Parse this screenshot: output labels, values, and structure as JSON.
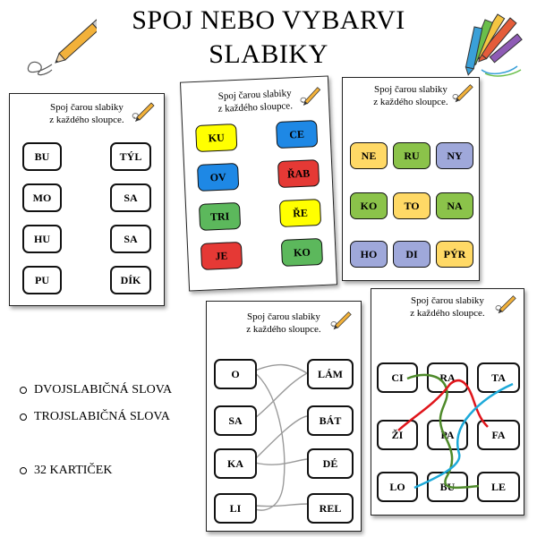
{
  "title": {
    "line1": "SPOJ NEBO VYBARVI",
    "line2": "SLABIKY"
  },
  "instruction": {
    "line1": "Spoj čarou slabiky",
    "line2": "z každého sloupce."
  },
  "sheet1": {
    "left": [
      "BU",
      "MO",
      "HU",
      "PU"
    ],
    "right": [
      "TÝL",
      "SA",
      "SA",
      "DÍK"
    ]
  },
  "sheet2": {
    "left": [
      {
        "text": "KU",
        "color": "#ffff00"
      },
      {
        "text": "OV",
        "color": "#1e88e5"
      },
      {
        "text": "TRI",
        "color": "#5cb85c"
      },
      {
        "text": "JE",
        "color": "#e53935"
      }
    ],
    "right": [
      {
        "text": "CE",
        "color": "#1e88e5"
      },
      {
        "text": "ŘAB",
        "color": "#e53935"
      },
      {
        "text": "ŘE",
        "color": "#ffff00"
      },
      {
        "text": "KO",
        "color": "#5cb85c"
      }
    ]
  },
  "sheet3": {
    "rows": [
      [
        {
          "text": "NE",
          "color": "#ffd966"
        },
        {
          "text": "RU",
          "color": "#8bc34a"
        },
        {
          "text": "NY",
          "color": "#9fa8da"
        }
      ],
      [
        {
          "text": "KO",
          "color": "#8bc34a"
        },
        {
          "text": "TO",
          "color": "#ffd966"
        },
        {
          "text": "NA",
          "color": "#8bc34a"
        }
      ],
      [
        {
          "text": "HO",
          "color": "#9fa8da"
        },
        {
          "text": "DI",
          "color": "#9fa8da"
        },
        {
          "text": "PÝR",
          "color": "#ffd966"
        }
      ]
    ]
  },
  "sheet4": {
    "left": [
      "O",
      "SA",
      "KA",
      "LI"
    ],
    "right": [
      "LÁM",
      "BÁT",
      "DÉ",
      "REL"
    ]
  },
  "sheet5": {
    "rows": [
      [
        "CI",
        "RA",
        "TA"
      ],
      [
        "ŽI",
        "PA",
        "FA"
      ],
      [
        "LO",
        "BU",
        "LE"
      ]
    ]
  },
  "bullets": [
    "DVOJSLABIČNÁ SLOVA",
    "TROJSLABIČNÁ SLOVA",
    "32 KARTIČEK"
  ],
  "colors": {
    "red": "#e0151b",
    "green": "#4e8a2a",
    "cyan": "#1ca9d9",
    "pencil": "#f2b13a"
  }
}
